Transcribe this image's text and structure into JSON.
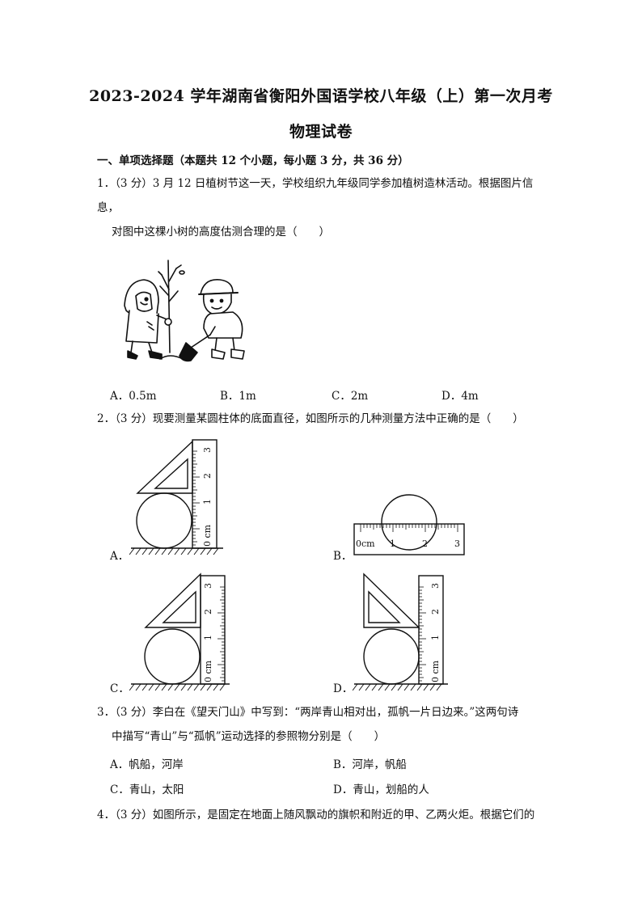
{
  "header": {
    "title_line1": "2023-2024 学年湖南省衡阳外国语学校八年级（上）第一次月考",
    "title_line2": "物理试卷"
  },
  "section1": {
    "heading": "一、单项选择题（本题共 12 个小题，每小题 3 分，共 36 分）"
  },
  "questions": [
    {
      "line1": "1．（3 分）3 月 12 日植树节这一天，学校组织九年级同学参加植树造林活动。根据图片信息，",
      "line2": "对图中这棵小树的高度估测合理的是（　　）",
      "options": [
        "A．0.5m",
        "B．1m",
        "C．2m",
        "D．4m"
      ]
    },
    {
      "line1": "2．（3 分）现要测量某圆柱体的底面直径，如图所示的几种测量方法中正确的是（　　）",
      "options": [
        "A．",
        "B．",
        "C．",
        "D．"
      ]
    },
    {
      "line1": "3．（3 分）李白在《望天门山》中写到：“两岸青山相对出，孤帆一片日边来。”这两句诗",
      "line2": "中描写“青山”与“孤帆”运动选择的参照物分别是（　　）",
      "options": [
        "A．帆船，河岸",
        "B．河岸，帆船",
        "C．青山，太阳",
        "D．青山，划船的人"
      ]
    },
    {
      "line1": "4．（3 分）如图所示，是固定在地面上随风飘动的旗帜和附近的甲、乙两火炬。根据它们的"
    }
  ],
  "ruler": {
    "ticks": [
      "0 cm",
      "1",
      "2",
      "3"
    ],
    "horizontal_ticks": [
      "0cm",
      "1",
      "2",
      "3"
    ]
  }
}
